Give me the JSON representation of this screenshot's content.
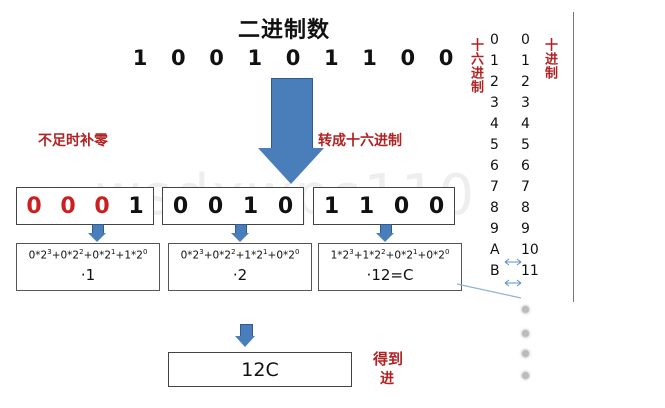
{
  "title": "二进制数",
  "binary_digits": [
    "1",
    "0",
    "0",
    "1",
    "0",
    "1",
    "1",
    "0",
    "0"
  ],
  "pad_label": "不足时补零",
  "convert_label": "转成十六进制",
  "groups": [
    {
      "digits": [
        "0",
        "0",
        "0",
        "1"
      ],
      "red": [
        true,
        true,
        true,
        false
      ]
    },
    {
      "digits": [
        "0",
        "0",
        "1",
        "0"
      ],
      "red": [
        false,
        false,
        false,
        false
      ]
    },
    {
      "digits": [
        "1",
        "1",
        "0",
        "0"
      ],
      "red": [
        false,
        false,
        false,
        false
      ]
    }
  ],
  "formulas": [
    {
      "terms": [
        [
          "0",
          "3"
        ],
        [
          "0",
          "2"
        ],
        [
          "0",
          "1"
        ],
        [
          "1",
          "0"
        ]
      ],
      "result": "·1"
    },
    {
      "terms": [
        [
          "0",
          "3"
        ],
        [
          "0",
          "2"
        ],
        [
          "1",
          "1"
        ],
        [
          "0",
          "0"
        ]
      ],
      "result": "·2"
    },
    {
      "terms": [
        [
          "1",
          "3"
        ],
        [
          "1",
          "2"
        ],
        [
          "0",
          "1"
        ],
        [
          "0",
          "0"
        ]
      ],
      "result": "·12=C"
    }
  ],
  "result": "12C",
  "got_label": "得到",
  "got_label_2": "进",
  "hex_vertical": "十六进制",
  "dec_vertical": "十进制",
  "hex_col": [
    "0",
    "1",
    "2",
    "3",
    "4",
    "5",
    "6",
    "7",
    "8",
    "9",
    "A",
    "B"
  ],
  "dec_col": [
    "0",
    "1",
    "2",
    "3",
    "4",
    "5",
    "6",
    "7",
    "8",
    "9",
    "10",
    "11"
  ],
  "watermark": "wsdxwps110",
  "colors": {
    "arrow": "#4a7ebb",
    "label": "#b22222",
    "pad_digit": "#cc1f1f"
  }
}
